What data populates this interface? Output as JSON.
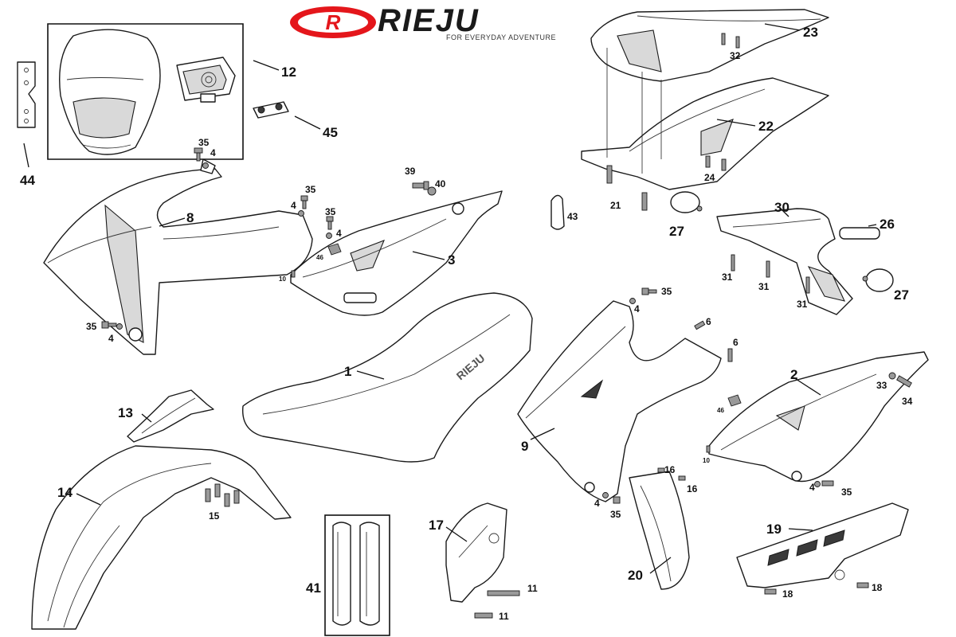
{
  "brand": {
    "name": "RIEJU",
    "emblem_letter": "R",
    "tagline": "FOR EVERYDAY ADVENTURE",
    "emblem_color": "#e4161b"
  },
  "parts": {
    "p1": "1",
    "p2": "2",
    "p3": "3",
    "p4a": "4",
    "p4b": "4",
    "p4c": "4",
    "p4d": "4",
    "p4e": "4",
    "p4f": "4",
    "p6a": "6",
    "p6b": "6",
    "p8": "8",
    "p9": "9",
    "p10a": "10",
    "p10b": "10",
    "p11a": "11",
    "p11b": "11",
    "p12": "12",
    "p13": "13",
    "p14": "14",
    "p15": "15",
    "p16a": "16",
    "p16b": "16",
    "p17": "17",
    "p18a": "18",
    "p18b": "18",
    "p19": "19",
    "p20": "20",
    "p21": "21",
    "p22": "22",
    "p23": "23",
    "p24": "24",
    "p26": "26",
    "p27a": "27",
    "p27b": "27",
    "p30": "30",
    "p31a": "31",
    "p31b": "31",
    "p31c": "31",
    "p32": "32",
    "p33": "33",
    "p34": "34",
    "p35a": "35",
    "p35b": "35",
    "p35c": "35",
    "p35d": "35",
    "p35e": "35",
    "p35f": "35",
    "p39": "39",
    "p40": "40",
    "p41": "41",
    "p43": "43",
    "p44": "44",
    "p45": "45",
    "p46a": "46",
    "p46b": "46"
  },
  "seat_logo_text": "RIEJU"
}
